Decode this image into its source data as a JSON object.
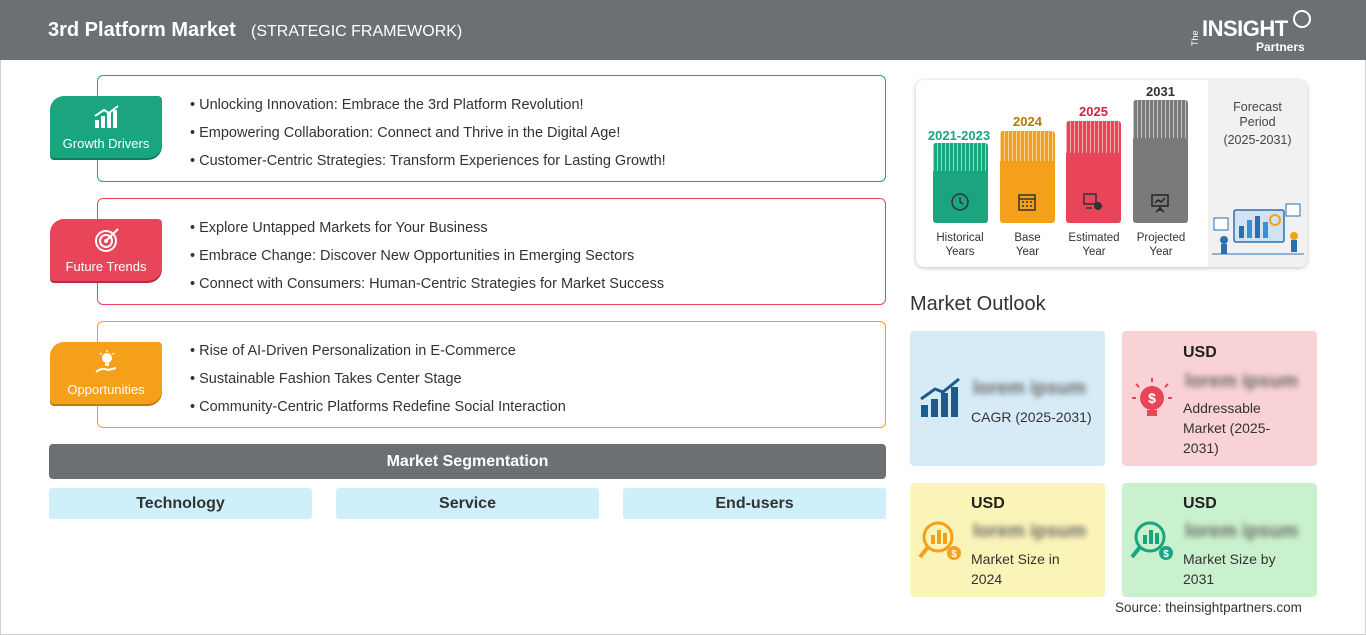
{
  "header": {
    "title": "3rd Platform Market",
    "subtitle": "(STRATEGIC FRAMEWORK)"
  },
  "logo": {
    "the": "The",
    "brand": "INSIGHT",
    "partners": "Partners"
  },
  "sections": [
    {
      "label": "Growth Drivers",
      "color": "#1aa57f",
      "icon": "growth-chart-icon",
      "items": [
        "• Unlocking Innovation: Embrace the 3rd Platform Revolution!",
        "• Empowering Collaboration: Connect and Thrive in the Digital Age!",
        "• Customer-Centric Strategies: Transform Experiences for Lasting Growth!"
      ]
    },
    {
      "label": "Future Trends",
      "color": "#e8455a",
      "icon": "target-icon",
      "items": [
        "• Explore Untapped Markets for Your Business",
        "• Embrace Change: Discover New Opportunities in Emerging Sectors",
        "• Connect with Consumers: Human-Centric Strategies for Market Success"
      ]
    },
    {
      "label": "Opportunities",
      "color": "#f5a01a",
      "icon": "lightbulb-hand-icon",
      "items": [
        "• Rise of AI-Driven Personalization in E-Commerce",
        "• Sustainable Fashion Takes Center Stage",
        "• Community-Centric Platforms Redefine Social Interaction"
      ]
    }
  ],
  "segmentation": {
    "title": "Market Segmentation",
    "items": [
      "Technology",
      "Service",
      "End-users"
    ]
  },
  "timeline": {
    "forecast": {
      "line1": "Forecast",
      "line2": "Period",
      "line3": "(2025-2031)"
    },
    "bars": [
      {
        "year": "2021-2023",
        "label1": "Historical",
        "label2": "Years",
        "color": "#1aa57f",
        "year_color": "#1aa57f",
        "icon": "history-icon"
      },
      {
        "year": "2024",
        "label1": "Base",
        "label2": "Year",
        "color": "#f5a01a",
        "year_color": "#b87808",
        "icon": "calendar-icon"
      },
      {
        "year": "2025",
        "label1": "Estimated",
        "label2": "Year",
        "color": "#e8455a",
        "year_color": "#d0243c",
        "icon": "estimate-icon"
      },
      {
        "year": "2031",
        "label1": "Projected",
        "label2": "Year",
        "color": "#7a7a7a",
        "year_color": "#333333",
        "icon": "presentation-icon"
      }
    ]
  },
  "outlook": {
    "title": "Market Outlook",
    "cards": [
      {
        "usd": "",
        "value": "lorem ipsum",
        "label": "CAGR (2025-2031)",
        "bg": "#d7ebf7",
        "icon": "growth-chart-icon"
      },
      {
        "usd": "USD",
        "value": "lorem ipsum",
        "label": "Addressable Market (2025-2031)",
        "bg": "#f9d2d6",
        "icon": "lightbulb-dollar-icon"
      },
      {
        "usd": "USD",
        "value": "lorem ipsum",
        "label": "Market Size in 2024",
        "bg": "#fbf4b8",
        "icon": "magnifier-chart-icon"
      },
      {
        "usd": "USD",
        "value": "lorem ipsum",
        "label": "Market Size by 2031",
        "bg": "#c9f1cd",
        "icon": "magnifier-chart-icon"
      }
    ]
  },
  "source": "Source: theinsightpartners.com"
}
